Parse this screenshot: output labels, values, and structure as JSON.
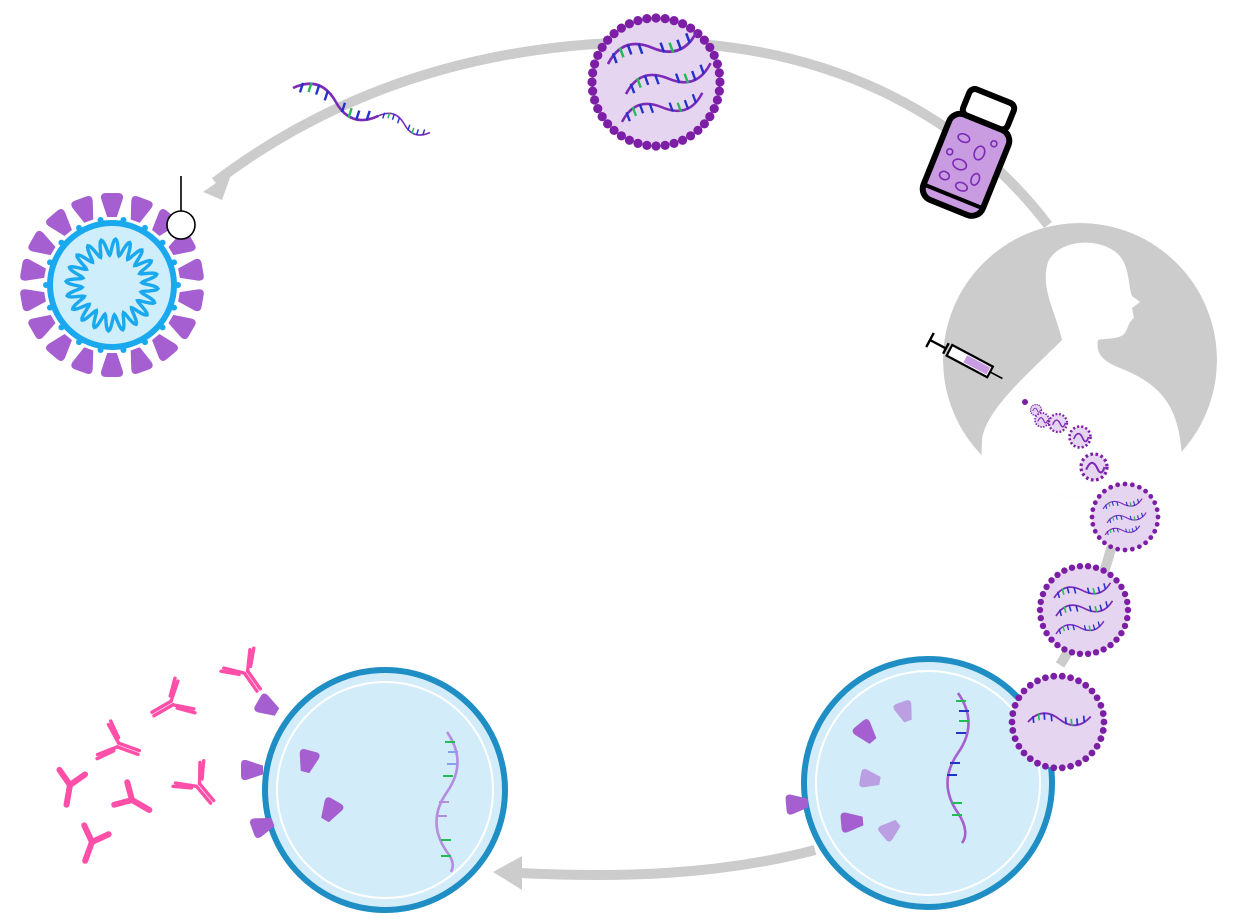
{
  "diagram": {
    "type": "mrna-vaccine-cycle",
    "labels": [],
    "nodes": [
      {
        "id": "virus",
        "icon": "coronavirus-icon"
      },
      {
        "id": "mrna-strand",
        "icon": "mrna-strand-icon"
      },
      {
        "id": "lipid-nanoparticle",
        "icon": "lipid-nanoparticle-icon"
      },
      {
        "id": "vaccine-vial",
        "icon": "vaccine-vial-icon"
      },
      {
        "id": "person-injection",
        "icon": "person-silhouette-icon"
      },
      {
        "id": "cell-translation",
        "icon": "cell-icon"
      },
      {
        "id": "cell-presentation",
        "icon": "cell-icon"
      },
      {
        "id": "antibodies",
        "icon": "antibody-icon"
      }
    ],
    "colors": {
      "cycle_arrow": "#cccccc",
      "virus_membrane": "#1aa8ef",
      "virus_fill": "#cfeefb",
      "spike": "#a55fd0",
      "nanoparticle_fill": "#e6d5f1",
      "nanoparticle_border": "#7d1fa6",
      "rna_backbone": "#7d2ab7",
      "rna_base_blue": "#2233cc",
      "rna_base_green": "#22bb55",
      "cell_fill": "#d2edf9",
      "cell_border": "#1f8ec4",
      "person": "#cccccc",
      "antibody": "#ff4fa8",
      "vial_fill": "#c99be0"
    }
  }
}
